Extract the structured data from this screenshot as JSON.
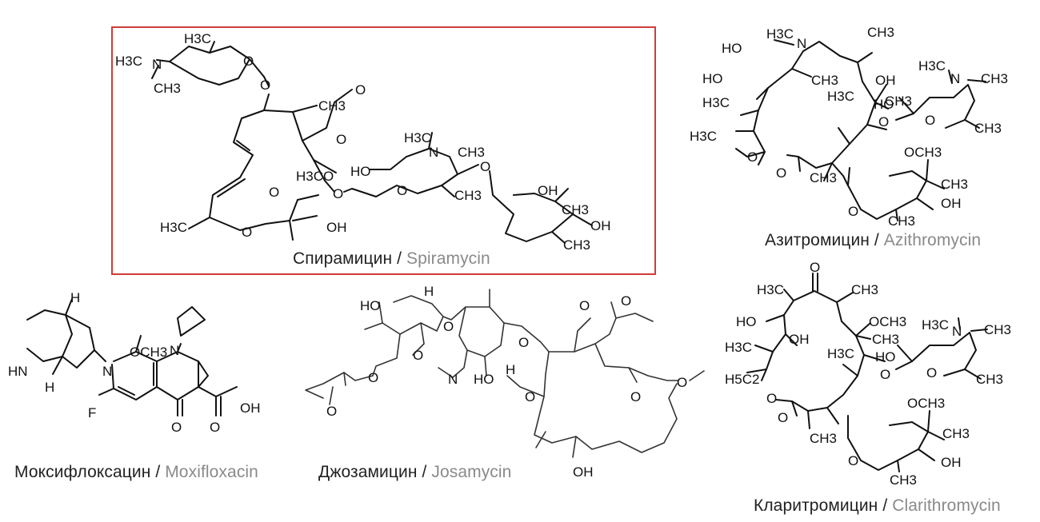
{
  "molecules": [
    {
      "key": "spiramycin",
      "name_ru": "Спирамицин",
      "name_en": "Spiramycin",
      "highlighted": true,
      "labels": [
        "H3C",
        "N",
        "CH3",
        "H3C",
        "O",
        "O",
        "CH3",
        "O",
        "H3C",
        "N",
        "CH3",
        "HO",
        "H3CO",
        "O",
        "O",
        "CH3",
        "O",
        "OH",
        "CH3",
        "O",
        "OH",
        "O",
        "O",
        "OH",
        "H3C",
        "CH3"
      ]
    },
    {
      "key": "azithromycin",
      "name_ru": "Азитромицин",
      "name_en": "Azithromycin",
      "highlighted": false,
      "labels": [
        "H3C",
        "N",
        "CH3",
        "HO",
        "CH3",
        "OH",
        "HO",
        "CH3",
        "H3C",
        "H3C",
        "H3C",
        "N",
        "CH3",
        "HO",
        "O",
        "O",
        "CH3",
        "H3C",
        "O",
        "O",
        "CH3",
        "OCH3",
        "CH3",
        "O",
        "OH",
        "CH3"
      ]
    },
    {
      "key": "moxifloxacin",
      "name_ru": "Моксифлоксацин",
      "name_en": "Moxifloxacin",
      "highlighted": false,
      "labels": [
        "H",
        "HN",
        "H",
        "N",
        "OCH3",
        "N",
        "F",
        "O",
        "O",
        "OH"
      ]
    },
    {
      "key": "josamycin",
      "name_ru": "Джозамицин",
      "name_en": "Josamycin",
      "highlighted": false,
      "labels": [
        "HO",
        "H",
        "O",
        "O",
        "O",
        "O",
        "N",
        "HO",
        "H",
        "O",
        "O",
        "O",
        "O",
        "O",
        "O",
        "OH"
      ]
    },
    {
      "key": "clarithromycin",
      "name_ru": "Кларитромицин",
      "name_en": "Clarithromycin",
      "highlighted": false,
      "labels": [
        "O",
        "H3C",
        "CH3",
        "HO",
        "OCH3",
        "H3C",
        "OH",
        "CH3",
        "H3C",
        "N",
        "CH3",
        "H5C2",
        "H3C",
        "HO",
        "O",
        "O",
        "CH3",
        "O",
        "O",
        "CH3",
        "OCH3",
        "CH3",
        "O",
        "OH",
        "CH3"
      ]
    }
  ],
  "separator": "/"
}
